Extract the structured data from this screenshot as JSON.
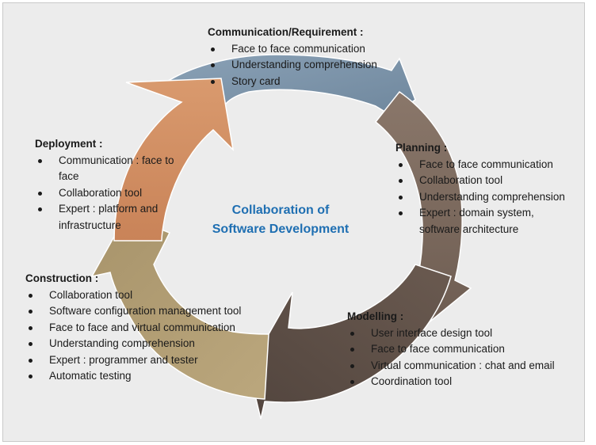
{
  "center": {
    "line1": "Collaboration of",
    "line2": "Software Development"
  },
  "communication": {
    "heading": "Communication/Requirement :",
    "items": [
      "Face to face communication",
      "Understanding comprehension",
      "Story card"
    ]
  },
  "planning": {
    "heading": "Planning :",
    "items": [
      "Face to face communication",
      "Collaboration tool",
      "Understanding comprehension",
      "Expert : domain system, software architecture"
    ]
  },
  "modelling": {
    "heading": "Modelling :",
    "items": [
      "User interface design tool",
      "Face to face communication",
      "Virtual communication : chat and email",
      "Coordination tool"
    ]
  },
  "construction": {
    "heading": "Construction :",
    "items": [
      "Collaboration tool",
      "Software configuration management tool",
      "Face to face and virtual communication",
      "Understanding comprehension",
      "Expert : programmer and tester",
      "Automatic testing"
    ]
  },
  "deployment": {
    "heading": "Deployment :",
    "items": [
      "Communication : face to face",
      "Collaboration tool",
      "Expert : platform and infrastructure"
    ]
  },
  "colors": {
    "communication": "#7f97ae",
    "planning": "#7d6a5e",
    "modelling": "#5e4f47",
    "construction": "#b19d74",
    "deployment": "#d08e62",
    "title": "#1f6fb2"
  }
}
